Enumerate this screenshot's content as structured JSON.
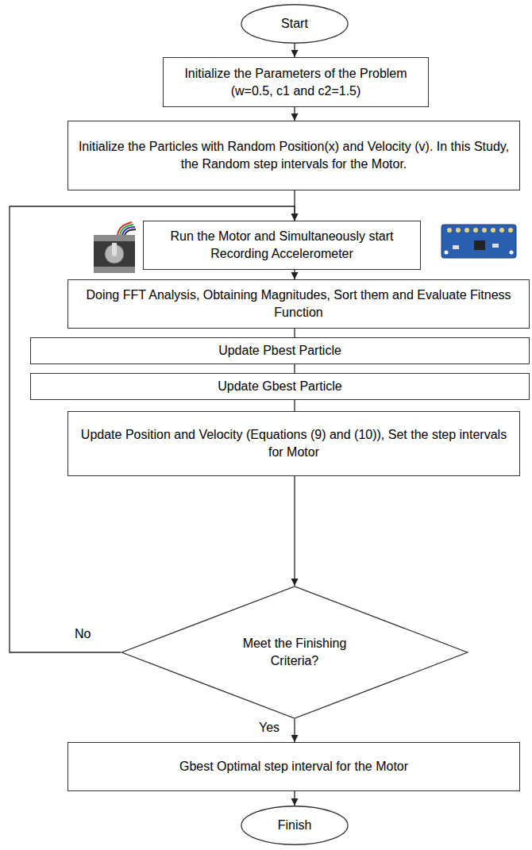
{
  "diagram": {
    "nodes": [
      {
        "text": [
          "Start"
        ]
      },
      {
        "text": [
          "Initialize the Parameters of the Problem (w=0.5, c1 and c2=1.5)"
        ]
      },
      {
        "text": [
          "Initialize the Particles with Random Position(x) and Velocity (v). In this Study, the Random step intervals for the Motor."
        ]
      },
      {
        "text": [
          "Run the Motor and Simultaneously start Recording Accelerometer"
        ]
      },
      {
        "text": [
          "Doing FFT Analysis, Obtaining Magnitudes, Sort them and Evaluate Fitness Function"
        ]
      },
      {
        "text": [
          "Update Pbest Particle"
        ]
      },
      {
        "text": [
          "Update Gbest Particle"
        ]
      },
      {
        "text": [
          "Update Position and Velocity (Equations (9) and (10)), Set the step intervals for Motor"
        ]
      },
      {
        "text": [
          "Meet the Finishing Criteria?"
        ]
      },
      {
        "text": [
          "Gbest Optimal step interval for the Motor"
        ]
      },
      {
        "text": [
          "Finish"
        ]
      }
    ],
    "edges": [
      {
        "from": 0,
        "to": 1,
        "arrow": "to"
      },
      {
        "from": 1,
        "to": 2,
        "arrow": "to"
      },
      {
        "from": 2,
        "to": 3,
        "arrow": "to"
      },
      {
        "from": 3,
        "to": 4,
        "arrow": "to"
      },
      {
        "from": 4,
        "to": 5,
        "arrow": "none"
      },
      {
        "from": 5,
        "to": 6,
        "arrow": "none"
      },
      {
        "from": 6,
        "to": 7,
        "arrow": "none"
      },
      {
        "from": 7,
        "to": 8,
        "arrow": "to"
      },
      {
        "from": 8,
        "to": 3,
        "label": "No",
        "arrow": "to"
      },
      {
        "from": 8,
        "to": 9,
        "label": "Yes",
        "arrow": "to"
      },
      {
        "from": 9,
        "to": 10,
        "arrow": "to"
      }
    ]
  }
}
